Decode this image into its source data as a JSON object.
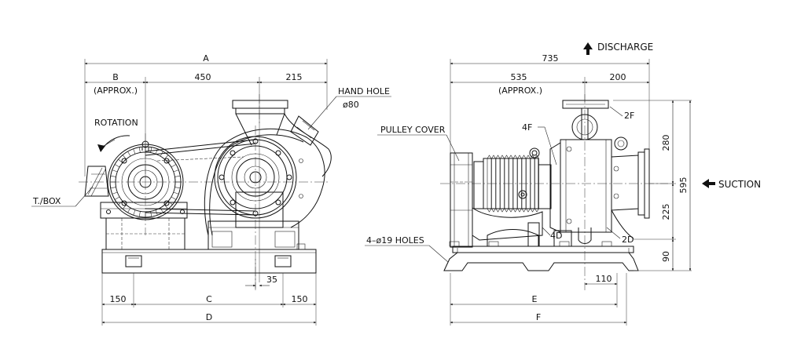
{
  "left_view": {
    "dims": {
      "a": "A",
      "b": "B",
      "approx": "(APPROX.)",
      "d450": "450",
      "d215": "215",
      "d35": "35",
      "d150_left": "150",
      "c": "C",
      "d150_right": "150",
      "d": "D"
    },
    "labels": {
      "hand_hole": "HAND HOLE",
      "hand_hole_dia": "ø80",
      "rotation": "ROTATION",
      "terminal_box": "T./BOX"
    }
  },
  "right_view": {
    "dims": {
      "d735": "735",
      "d535": "535",
      "approx": "(APPROX.)",
      "d200": "200",
      "d280": "280",
      "d225": "225",
      "d90": "90",
      "d595": "595",
      "d110": "110",
      "e": "E",
      "f": "F"
    },
    "labels": {
      "discharge": "DISCHARGE",
      "suction": "SUCTION",
      "pulley_cover": "PULLEY COVER",
      "holes": "4–ø19 HOLES",
      "tag_4f": "4F",
      "tag_2f": "2F",
      "tag_4d": "4D",
      "tag_2d": "2D"
    }
  }
}
